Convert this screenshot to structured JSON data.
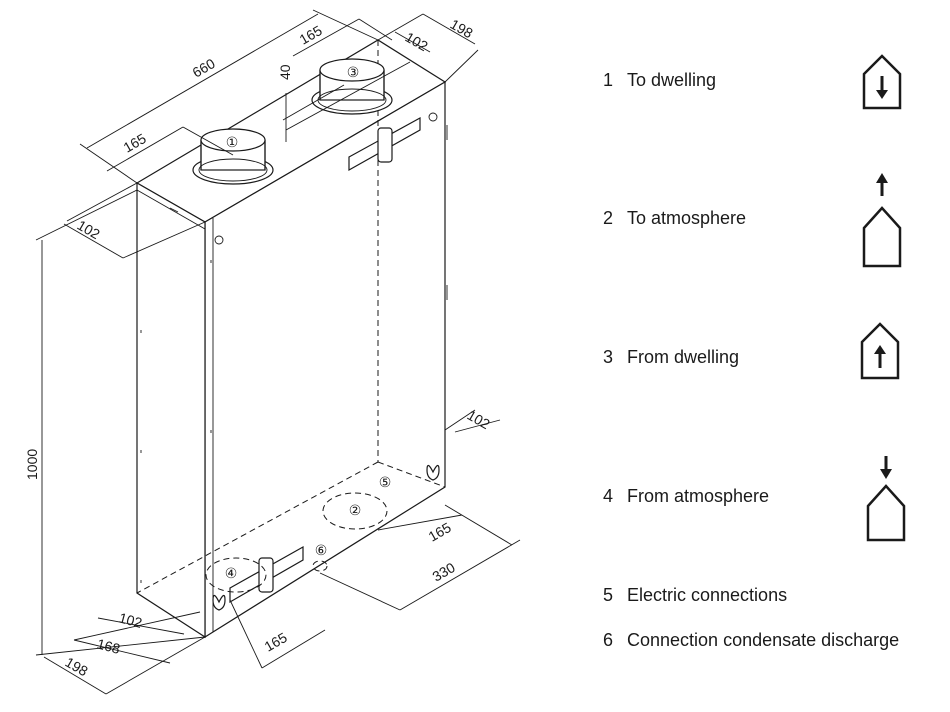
{
  "legend": [
    {
      "number": "1",
      "label": "To dwelling",
      "icon": "house-arrow-down-inside-icon"
    },
    {
      "number": "2",
      "label": "To atmosphere",
      "icon": "house-arrow-up-outside-icon"
    },
    {
      "number": "3",
      "label": "From dwelling",
      "icon": "house-arrow-up-inside-icon"
    },
    {
      "number": "4",
      "label": "From atmosphere",
      "icon": "house-arrow-down-outside-icon"
    },
    {
      "number": "5",
      "label": "Electric connections"
    },
    {
      "number": "6",
      "label": "Connection condensate discharge"
    }
  ],
  "dimensions": {
    "width_top": "660",
    "duct_offset_left": "165",
    "duct_offset_top_right": "165",
    "duct_height": "40",
    "depth_top": "198",
    "duct_depth_top": "102",
    "depth_front": "102",
    "height": "1000",
    "bottom_depth_102_right": "102",
    "bottom_165_right": "165",
    "bottom_330": "330",
    "bottom_165_front": "165",
    "bottom_102_left": "102",
    "bottom_168": "168",
    "bottom_198": "198"
  },
  "markers": [
    "①",
    "②",
    "③",
    "④",
    "⑤",
    "⑥"
  ]
}
